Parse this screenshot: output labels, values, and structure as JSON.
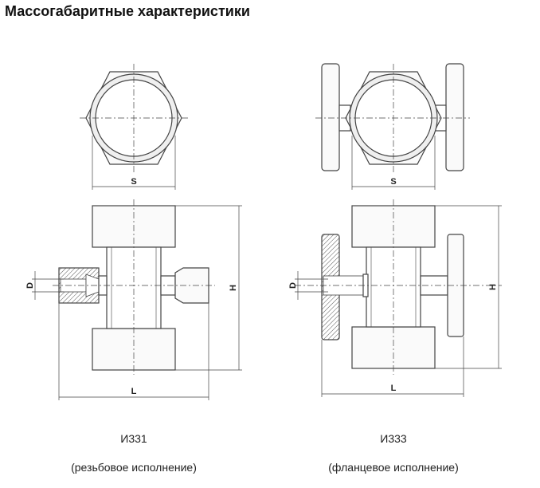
{
  "page": {
    "title": "Массогабаритные характеристики"
  },
  "labels": {
    "s": "S",
    "h": "H",
    "l": "L",
    "d": "D"
  },
  "left_item": {
    "name": "И331",
    "caption": "(резьбовое исполнение)"
  },
  "right_item": {
    "name": "И333",
    "caption": "(фланцевое исполнение)"
  },
  "colors": {
    "line": "#444444",
    "fill_light": "#ffffff",
    "hatch": "#555555"
  }
}
